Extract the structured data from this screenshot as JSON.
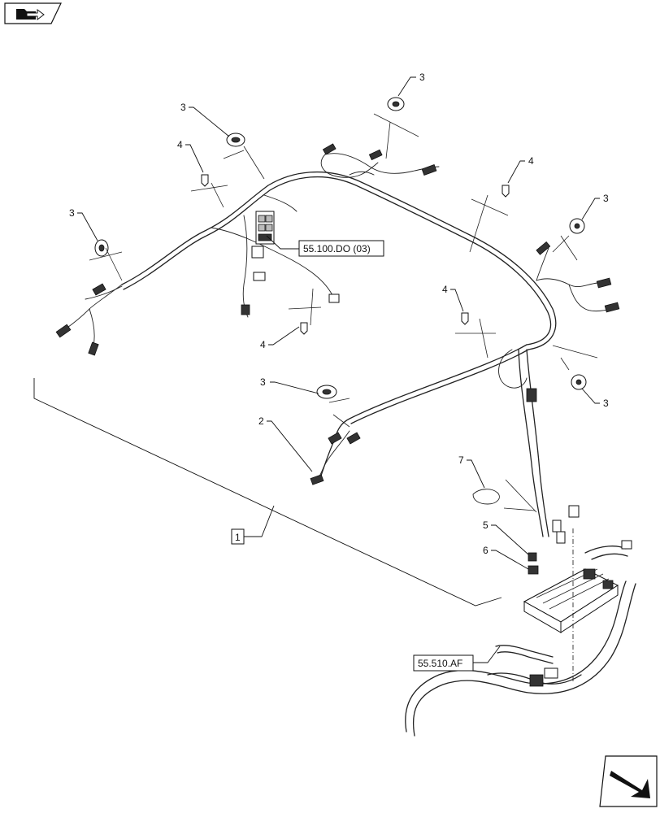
{
  "icons": {
    "top_left": "book-with-arrow-icon",
    "bottom_right": "next-page-arrow-icon"
  },
  "callouts": {
    "c1": "1",
    "c2": "2",
    "c3_a": "3",
    "c3_b": "3",
    "c3_c": "3",
    "c3_d": "3",
    "c3_e": "3",
    "c3_f": "3",
    "c4_a": "4",
    "c4_b": "4",
    "c4_c": "4",
    "c4_d": "4",
    "c5": "5",
    "c6": "6",
    "c7": "7"
  },
  "references": {
    "ref_top": "55.100.DO (03)",
    "ref_bottom": "55.510.AF"
  }
}
